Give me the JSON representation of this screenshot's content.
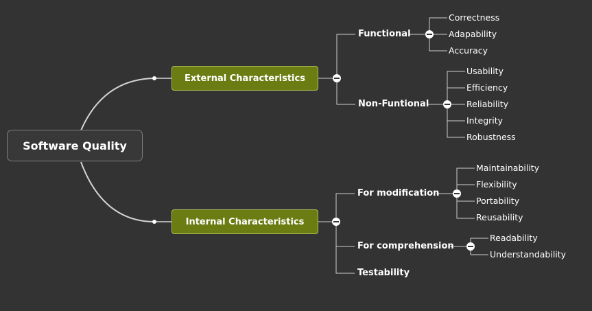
{
  "root": {
    "label": "Software Quality"
  },
  "branches": [
    {
      "label": "External Characteristics",
      "children": [
        {
          "label": "Functional",
          "children": [
            "Correctness",
            "Adapability",
            "Accuracy"
          ]
        },
        {
          "label": "Non-Funtional",
          "children": [
            "Usability",
            "Efficiency",
            "Reliability",
            "Integrity",
            "Robustness"
          ]
        }
      ]
    },
    {
      "label": "Internal Characteristics",
      "children": [
        {
          "label": "For modification",
          "children": [
            "Maintainability",
            "Flexibility",
            "Portability",
            "Reusability"
          ]
        },
        {
          "label": "For comprehension",
          "children": [
            "Readability",
            "Understandability"
          ]
        },
        {
          "label": "Testability",
          "children": []
        }
      ]
    }
  ],
  "colors": {
    "background": "#333333",
    "branch_fill": "#6b7d12",
    "branch_border": "#a9bf55",
    "line": "#cccccc",
    "text": "#ffffff"
  },
  "icons": {
    "collapse": "minus-circle-icon",
    "connector": "dot-icon"
  }
}
